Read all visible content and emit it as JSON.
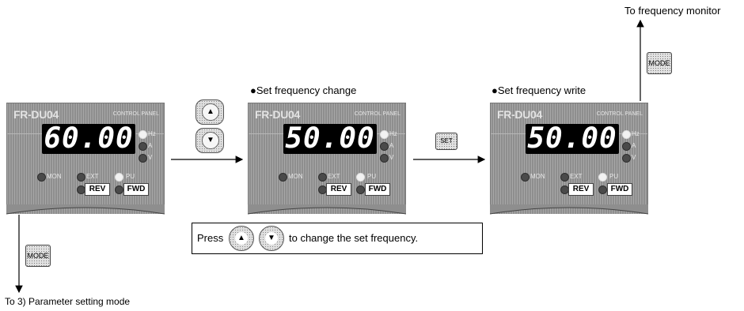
{
  "labels": {
    "to_frequency_monitor": "To frequency monitor",
    "to_parameter_setting": "To 3) Parameter setting mode",
    "set_frequency_change": "Set frequency change",
    "set_frequency_write": "Set frequency write",
    "bullet": "●"
  },
  "buttons": {
    "mode": "MODE",
    "set": "SET",
    "up_arrow": "▲",
    "down_arrow": "▼"
  },
  "press_note": {
    "prefix": "Press",
    "suffix": "to change the set frequency."
  },
  "panels": [
    {
      "brand": "FR-DU04",
      "control_panel": "CONTROL PANEL",
      "display": "60.00",
      "hz": "Hz",
      "a": "A",
      "v": "V",
      "mon": "MON",
      "ext": "EXT",
      "pu": "PU",
      "rev": "REV",
      "fwd": "FWD"
    },
    {
      "brand": "FR-DU04",
      "control_panel": "CONTROL PANEL",
      "display": "50.00",
      "hz": "Hz",
      "a": "A",
      "v": "V",
      "mon": "MON",
      "ext": "EXT",
      "pu": "PU",
      "rev": "REV",
      "fwd": "FWD"
    },
    {
      "brand": "FR-DU04",
      "control_panel": "CONTROL PANEL",
      "display": "50.00",
      "hz": "Hz",
      "a": "A",
      "v": "V",
      "mon": "MON",
      "ext": "EXT",
      "pu": "PU",
      "rev": "REV",
      "fwd": "FWD"
    }
  ]
}
